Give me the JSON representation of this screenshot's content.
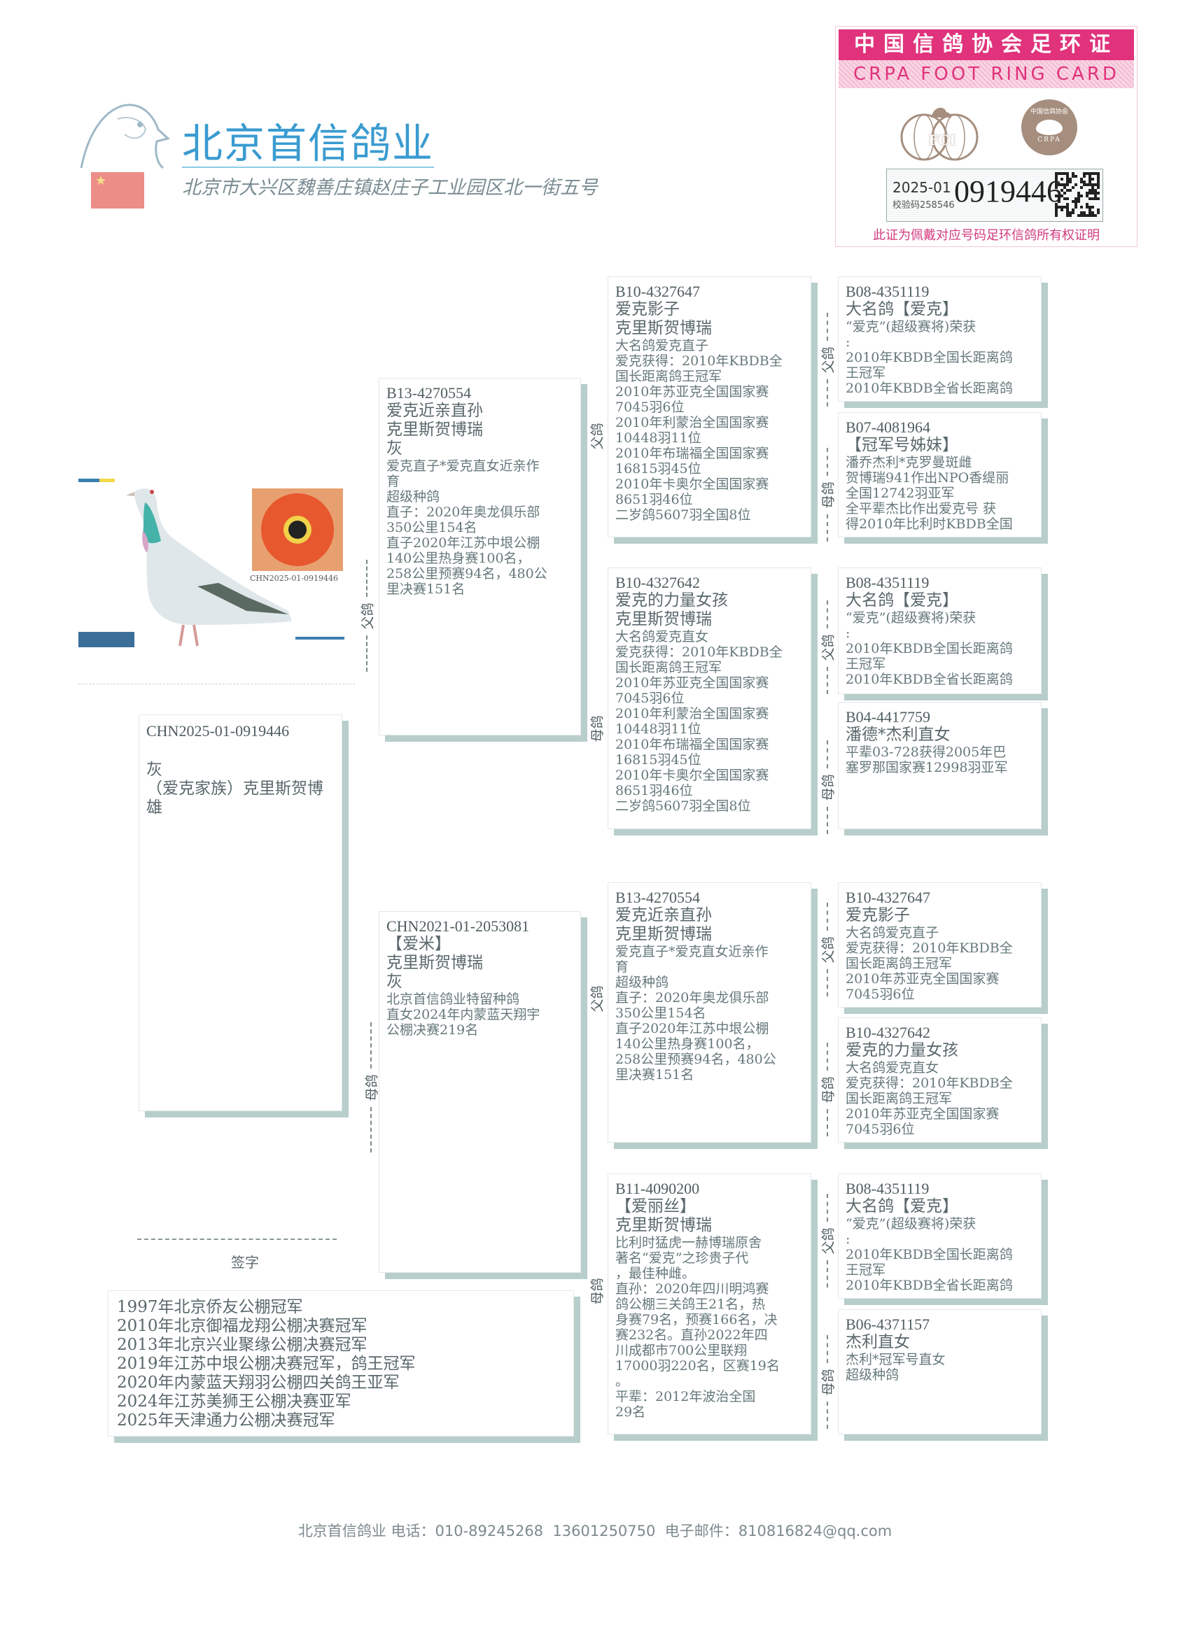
{
  "header": {
    "company_name": "北京首信鸽业",
    "address": "北京市大兴区魏善庄镇赵庄子工业园区北一街五号"
  },
  "ring_card": {
    "title_cn": "中国信鸽协会足环证",
    "title_en": "CRPA FOOT RING CARD",
    "logo_left_text": "FCI",
    "logo_right_text": "中国信鸽协会",
    "logo_right_sub": "CRPA",
    "year_code": "2025-01",
    "check_label": "校验码",
    "check_code": "258546",
    "ring_number": "0919446",
    "note": "此证为佩戴对应号码足环信鸽所有权证明",
    "colors": {
      "pink": "#e0337c",
      "brown": "#a58e7e"
    }
  },
  "photo": {
    "caption": "CHN2025-01-0919446"
  },
  "subject": {
    "ring": "CHN2025-01-0919446",
    "color": "灰",
    "strain": "（爱克家族）克里斯贺博",
    "sex": "雄"
  },
  "signature_label": "签字",
  "achievements": [
    "1997年北京侨友公棚冠军",
    "2010年北京御福龙翔公棚决赛冠军",
    "2013年北京兴业聚缘公棚决赛冠军",
    "2019年江苏中垠公棚决赛冠军，鸽王冠军",
    "2020年内蒙蓝天翔羽公棚四关鸽王亚军",
    "2024年江苏美狮王公棚决赛亚军",
    "2025年天津通力公棚决赛冠军"
  ],
  "labels": {
    "father": "父鸽",
    "mother": "母鸽"
  },
  "pedigree": {
    "sire": {
      "ring": "B13-4270554",
      "title": [
        "爱克近亲直孙",
        "克里斯贺博瑞",
        "灰"
      ],
      "lines": [
        "爱克直子*爱克直女近亲作",
        "育",
        "超级种鸽",
        "直子：2020年奥龙俱乐部",
        "350公里154名",
        "直子2020年江苏中垠公棚",
        "140公里热身赛100名，",
        "258公里预赛94名，480公",
        "里决赛151名"
      ]
    },
    "dam": {
      "ring": "CHN2021-01-2053081",
      "title": [
        "【爱米】",
        "克里斯贺博瑞",
        "灰"
      ],
      "lines": [
        "北京首信鸽业特留种鸽",
        "直女2024年内蒙蓝天翔宇",
        "公棚决赛219名"
      ]
    },
    "ss": {
      "ring": "B10-4327647",
      "title": [
        "爱克影子",
        "克里斯贺博瑞"
      ],
      "lines": [
        "大名鸽爱克直子",
        "爱克获得：2010年KBDB全",
        "国长距离鸽王冠军",
        "2010年苏亚克全国国家赛",
        "7045羽6位",
        "2010年利蒙治全国国家赛",
        "10448羽11位",
        "2010年布瑞福全国国家赛",
        "16815羽45位",
        "2010年卡奥尔全国国家赛",
        "8651羽46位",
        "二岁鸽5607羽全国8位"
      ]
    },
    "sd": {
      "ring": "B10-4327642",
      "title": [
        "爱克的力量女孩",
        "克里斯贺博瑞"
      ],
      "lines": [
        "大名鸽爱克直女",
        "爱克获得：2010年KBDB全",
        "国长距离鸽王冠军",
        "2010年苏亚克全国国家赛",
        "7045羽6位",
        "2010年利蒙治全国国家赛",
        "10448羽11位",
        "2010年布瑞福全国国家赛",
        "16815羽45位",
        "2010年卡奥尔全国国家赛",
        "8651羽46位",
        "二岁鸽5607羽全国8位"
      ]
    },
    "ds": {
      "ring": "B13-4270554",
      "title": [
        "爱克近亲直孙",
        "克里斯贺博瑞"
      ],
      "lines": [
        "爱克直子*爱克直女近亲作",
        "育",
        "超级种鸽",
        "直子：2020年奥龙俱乐部",
        "350公里154名",
        "直子2020年江苏中垠公棚",
        "140公里热身赛100名，",
        "258公里预赛94名，480公",
        "里决赛151名"
      ]
    },
    "dd": {
      "ring": "B11-4090200",
      "title": [
        "【爱丽丝】",
        "克里斯贺博瑞"
      ],
      "lines": [
        "比利时猛虎一赫博瑞原舍",
        "著名“爱克”之珍贵子代",
        "，最佳种雌。",
        "直孙：2020年四川明鸿赛",
        "鸽公棚三关鸽王21名，热",
        "身赛79名，预赛166名，决",
        "赛232名。直孙2022年四",
        "川成都市700公里联翔",
        "17000羽220名，区赛19名",
        "。",
        "平辈：2012年波治全国",
        "29名"
      ]
    },
    "sss": {
      "ring": "B08-4351119",
      "title": [
        "大名鸽【爱克】"
      ],
      "lines": [
        "“爱克”(超级赛将)荣获",
        ":",
        "2010年KBDB全国长距离鸽",
        "王冠军",
        "2010年KBDB全省长距离鸽"
      ]
    },
    "ssd": {
      "ring": "B07-4081964",
      "title": [
        "【冠军号姊妹】"
      ],
      "lines": [
        "潘乔杰利*克罗曼斑雌",
        "贺博瑞941作出NPO香缇丽",
        "全国12742羽亚军",
        "全平辈杰比作出爱克号 获",
        "得2010年比利时KBDB全国"
      ]
    },
    "sds": {
      "ring": "B08-4351119",
      "title": [
        "大名鸽【爱克】"
      ],
      "lines": [
        "“爱克”(超级赛将)荣获",
        ":",
        "2010年KBDB全国长距离鸽",
        "王冠军",
        "2010年KBDB全省长距离鸽"
      ]
    },
    "sdd": {
      "ring": "B04-4417759",
      "title": [
        "潘德*杰利直女"
      ],
      "lines": [
        "平辈03-728获得2005年巴",
        "塞罗那国家赛12998羽亚军"
      ]
    },
    "dss": {
      "ring": "B10-4327647",
      "title": [
        "爱克影子"
      ],
      "lines": [
        "大名鸽爱克直子",
        "爱克获得：2010年KBDB全",
        "国长距离鸽王冠军",
        "2010年苏亚克全国国家赛",
        "7045羽6位"
      ]
    },
    "dsd": {
      "ring": "B10-4327642",
      "title": [
        "爱克的力量女孩"
      ],
      "lines": [
        "大名鸽爱克直女",
        "爱克获得：2010年KBDB全",
        "国长距离鸽王冠军",
        "2010年苏亚克全国国家赛",
        "7045羽6位"
      ]
    },
    "dds": {
      "ring": "B08-4351119",
      "title": [
        "大名鸽【爱克】"
      ],
      "lines": [
        "“爱克”(超级赛将)荣获",
        ":",
        "2010年KBDB全国长距离鸽",
        "王冠军",
        "2010年KBDB全省长距离鸽"
      ]
    },
    "ddd": {
      "ring": "B06-4371157",
      "title": [
        "杰利直女"
      ],
      "lines": [
        "杰利*冠军号直女",
        "超级种鸽"
      ]
    }
  },
  "footer": {
    "company": "北京首信鸽业",
    "phone_label": "电话：",
    "phone": "010-89245268",
    "mobile": "13601250750",
    "email_label": "电子邮件：",
    "email": "810816824@qq.com"
  }
}
